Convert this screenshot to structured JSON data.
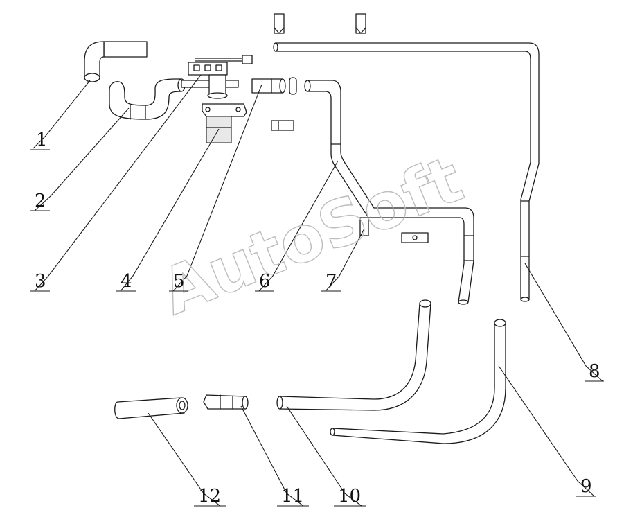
{
  "callouts": [
    {
      "id": "1",
      "label": "1"
    },
    {
      "id": "2",
      "label": "2"
    },
    {
      "id": "3",
      "label": "3"
    },
    {
      "id": "4",
      "label": "4"
    },
    {
      "id": "5",
      "label": "5"
    },
    {
      "id": "6",
      "label": "6"
    },
    {
      "id": "7",
      "label": "7"
    },
    {
      "id": "8",
      "label": "8"
    },
    {
      "id": "9",
      "label": "9"
    },
    {
      "id": "10",
      "label": "10"
    },
    {
      "id": "11",
      "label": "11"
    },
    {
      "id": "12",
      "label": "12"
    }
  ],
  "watermark": "AutoSoft",
  "colors": {
    "line": "#1a1a1a",
    "watermark": "#bdbdbd",
    "background": "#ffffff"
  }
}
